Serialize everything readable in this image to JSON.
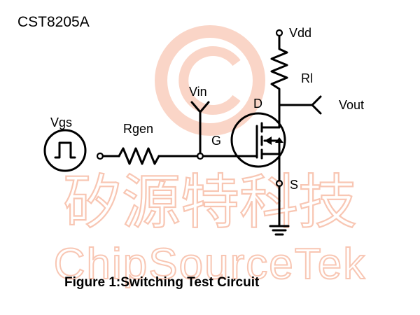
{
  "header": {
    "part_number": "CST8205A"
  },
  "labels": {
    "vdd": "Vdd",
    "rl": "Rl",
    "vout": "Vout",
    "vin": "Vin",
    "drain": "D",
    "gate": "G",
    "source": "S",
    "vgs": "Vgs",
    "rgen": "Rgen"
  },
  "watermark": {
    "logo_text": "矽源特科技",
    "brand_text": "ChipSourceTek",
    "color": "#f6b49a"
  },
  "caption": "Figure 1:Switching Test Circuit"
}
